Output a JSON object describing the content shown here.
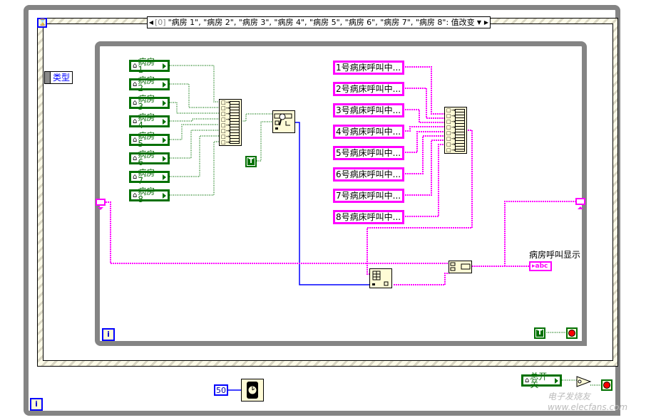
{
  "event_structure": {
    "case_index": "[0]",
    "case_label": "\"病房 1\", \"病房 2\", \"病房 3\", \"病房 4\", \"病房 5\", \"病房 6\", \"病房 7\", \"病房 8\": 值改变",
    "type_terminal": "类型",
    "timeout_icon": "hourglass-icon"
  },
  "boolean_controls": [
    {
      "label": "病房 1"
    },
    {
      "label": "病房 2"
    },
    {
      "label": "病房 3"
    },
    {
      "label": "病房 4"
    },
    {
      "label": "病房 5"
    },
    {
      "label": "病房 6"
    },
    {
      "label": "病房 7"
    },
    {
      "label": "病房 8"
    }
  ],
  "string_constants": [
    {
      "text": "1号病床呼叫中..."
    },
    {
      "text": "2号病床呼叫中..."
    },
    {
      "text": "3号病床呼叫中..."
    },
    {
      "text": "4号病床呼叫中..."
    },
    {
      "text": "5号病床呼叫中..."
    },
    {
      "text": "6号病床呼叫中..."
    },
    {
      "text": "7号病床呼叫中..."
    },
    {
      "text": "8号病床呼叫中..."
    }
  ],
  "true_constant": "T",
  "inner_true_constant": "T",
  "indicator": {
    "label": "病房呼叫显示",
    "type": "abc"
  },
  "iteration_terminal": "i",
  "wait_ms": "50",
  "master_switch": {
    "label": "总开关"
  },
  "watermark": "电子发烧友 www.elecfans.com",
  "colors": {
    "boolean_wire": "#007000",
    "string_wire": "#ff00ff",
    "numeric_wire": "#0000ff",
    "loop_frame": "#848484"
  }
}
